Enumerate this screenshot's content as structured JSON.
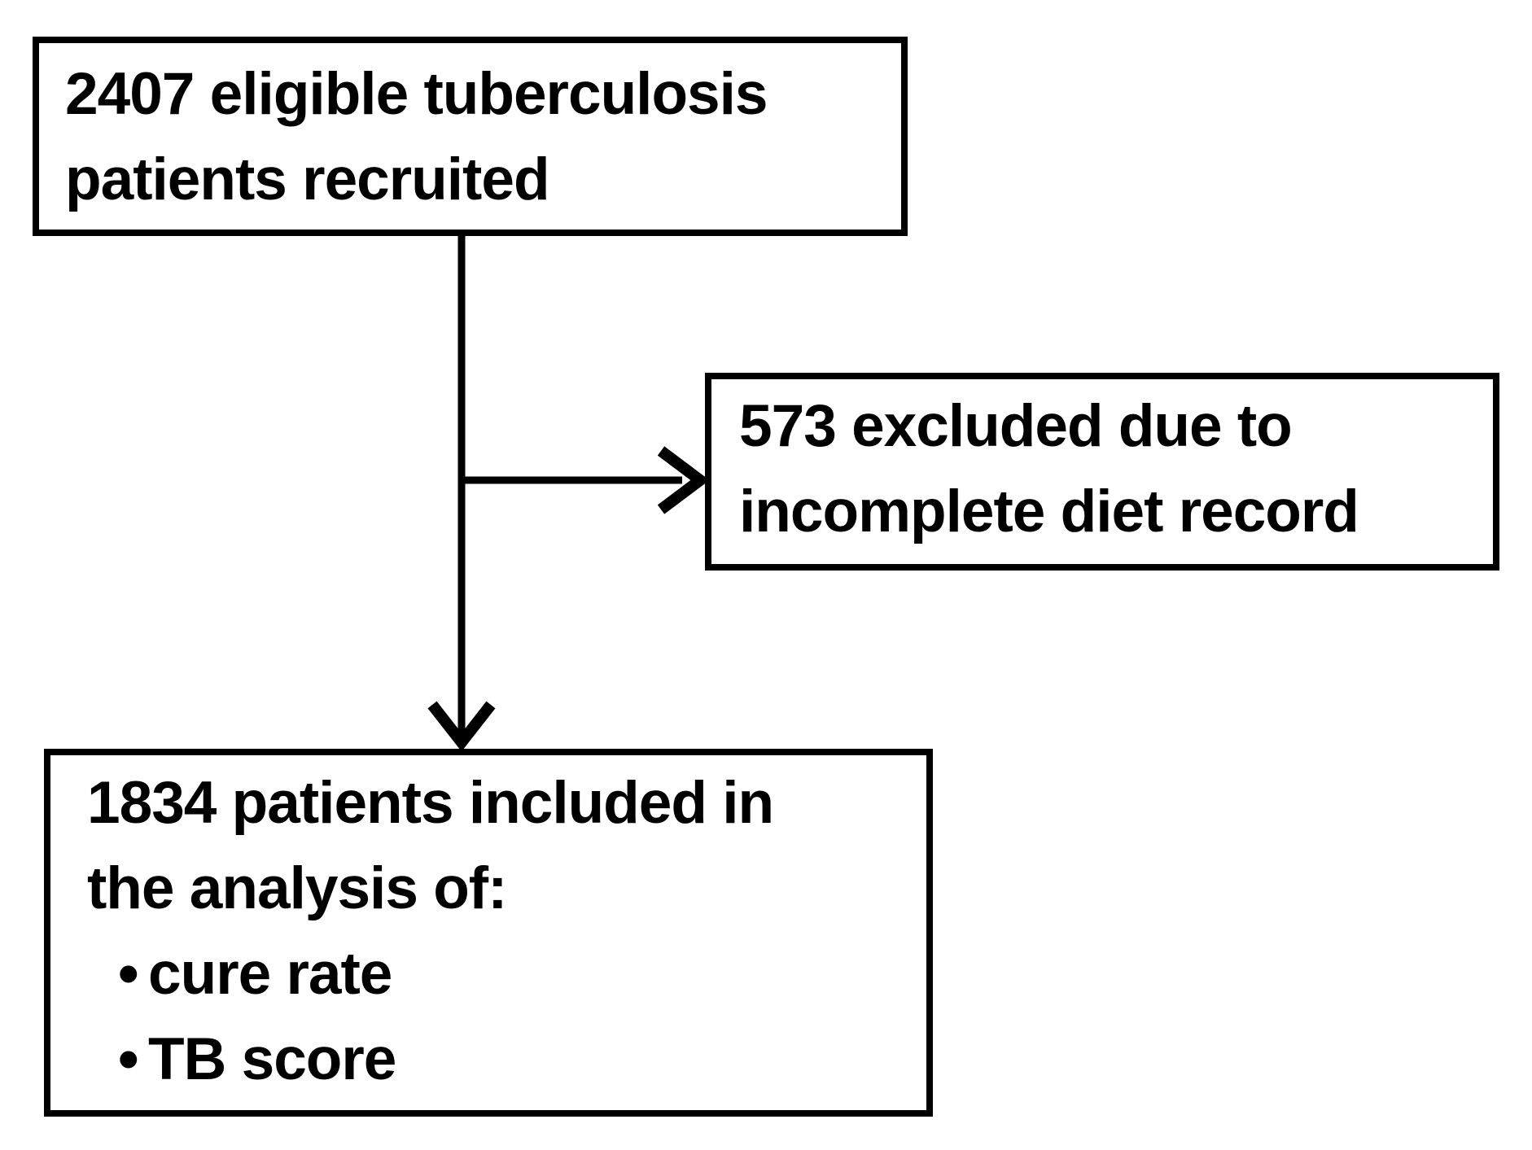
{
  "diagram": {
    "type": "flowchart",
    "background_color": "#ffffff",
    "line_color": "#000000",
    "bullet_glyph": "•",
    "nodes": [
      {
        "id": "recruited",
        "lines": [
          "2407 eligible tuberculosis",
          "patients recruited"
        ]
      },
      {
        "id": "excluded",
        "lines": [
          "573 excluded due to",
          "incomplete diet record"
        ]
      },
      {
        "id": "included",
        "lines": [
          "1834 patients included in",
          "the analysis of:"
        ],
        "bullets": [
          "cure rate",
          "TB score"
        ]
      }
    ],
    "connectors": [
      {
        "from": "recruited",
        "to": "included",
        "direction": "down"
      },
      {
        "from": "recruited",
        "to": "excluded",
        "direction": "right"
      }
    ]
  }
}
